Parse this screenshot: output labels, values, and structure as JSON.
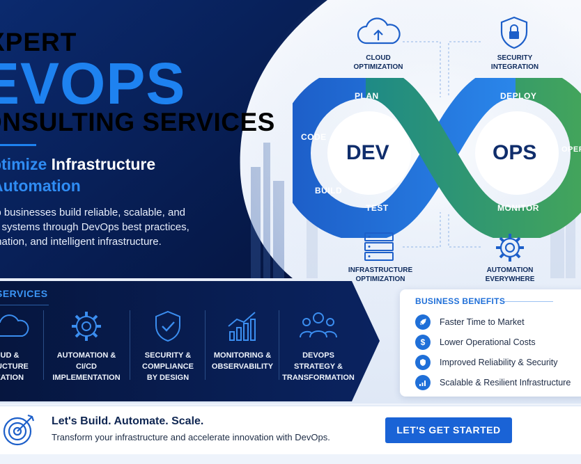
{
  "hero": {
    "line1": "XPERT",
    "line2": "EVOPS",
    "line3": "ONSULTING SERVICES",
    "subtitle_highlight": "ptimize",
    "subtitle_rest": " Infrastructure",
    "subtitle_line2": "Automation",
    "description": "lp businesses build reliable, scalable, and\ne systems through DevOps best practices,\nmation, and intelligent infrastructure."
  },
  "infinity": {
    "dev": "DEV",
    "ops": "OPS",
    "plan": "PLAN",
    "code": "CODE",
    "build": "BUILD",
    "test": "TEST",
    "deploy": "DEPLOY",
    "operate": "OPERA",
    "monitor": "MONITOR"
  },
  "floating": {
    "cloud": "CLOUD\nOPTIMIZATION",
    "security": "SECURITY\nINTEGRATION",
    "infra": "INFRASTRUCTURE\nOPTIMIZATION",
    "automation": "AUTOMATION\nEVERYWHERE"
  },
  "services": {
    "title": "SERVICES",
    "items": [
      {
        "label": "UD &\nRUCTURE\nZATION",
        "icon": "cloud-icon"
      },
      {
        "label": "AUTOMATION &\nCI/CD\nIMPLEMENTATION",
        "icon": "gear-icon"
      },
      {
        "label": "SECURITY &\nCOMPLIANCE\nBY DESIGN",
        "icon": "shield-check-icon"
      },
      {
        "label": "MONITORING &\nOBSERVABILITY",
        "icon": "chart-icon"
      },
      {
        "label": "DEVOPS\nSTRATEGY &\nTRANSFORMATION",
        "icon": "team-icon"
      }
    ]
  },
  "benefits": {
    "title": "BUSINESS BENEFITS",
    "items": [
      {
        "text": "Faster Time to Market",
        "icon": "rocket-icon"
      },
      {
        "text": "Lower Operational Costs",
        "icon": "dollar-icon"
      },
      {
        "text": "Improved Reliability & Security",
        "icon": "shield-icon"
      },
      {
        "text": "Scalable & Resilient Infrastructure",
        "icon": "growth-icon"
      }
    ]
  },
  "cta": {
    "heading": "Let's Build. Automate. Scale.",
    "subtext": "Transform your infrastructure and accelerate innovation with DevOps.",
    "button": "LET'S GET STARTED"
  },
  "colors": {
    "navy": "#0a1f4e",
    "accent": "#1e82f0",
    "green": "#2d9c7a",
    "button": "#1a63d6"
  }
}
